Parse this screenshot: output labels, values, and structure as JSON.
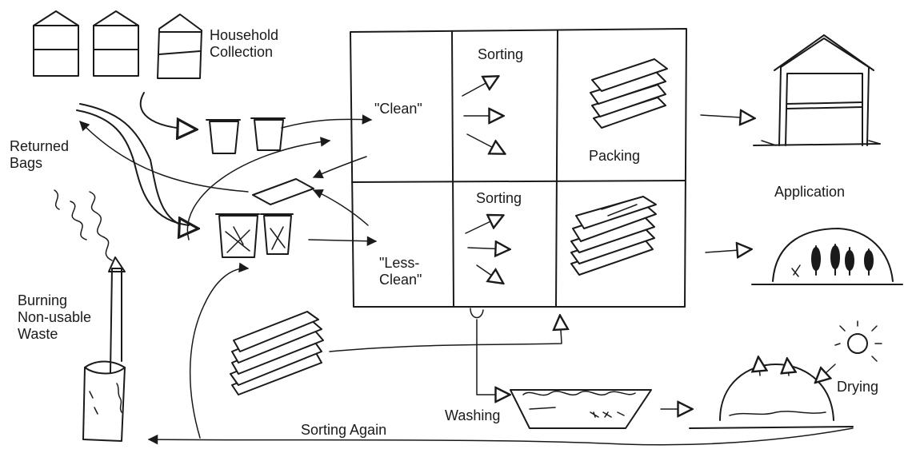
{
  "labels": {
    "household_collection": [
      "Household",
      "Collection"
    ],
    "returned_bags": [
      "Returned",
      "Bags"
    ],
    "clean": "\"Clean\"",
    "less_clean": [
      "\"Less-",
      "Clean\""
    ],
    "sorting_top": "Sorting",
    "sorting_bottom": "Sorting",
    "packing": "Packing",
    "application": "Application",
    "burning": [
      "Burning",
      "Non-usable",
      "Waste"
    ],
    "washing": "Washing",
    "drying": "Drying",
    "sorting_again": "Sorting Again"
  },
  "colors": {
    "ink": "#1a1a1a",
    "paper": "#ffffff"
  }
}
